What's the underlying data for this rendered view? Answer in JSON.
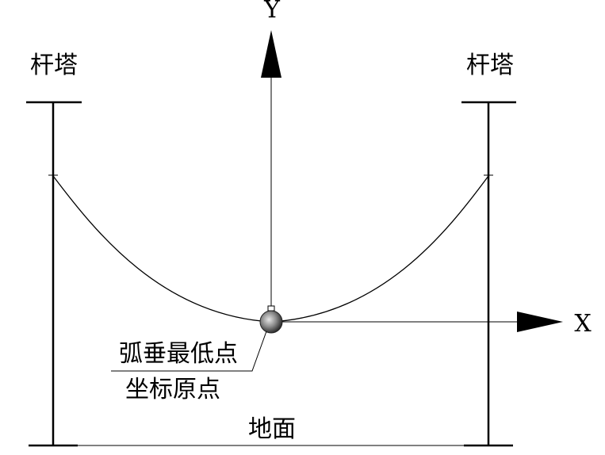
{
  "labels": {
    "tower_left": "杆塔",
    "tower_right": "杆塔",
    "axis_y": "Y",
    "axis_x": "X",
    "origin_line1": "弧垂最低点",
    "origin_line2": "坐标原点",
    "ground": "地面"
  },
  "colors": {
    "line": "#000000",
    "background": "#ffffff"
  }
}
